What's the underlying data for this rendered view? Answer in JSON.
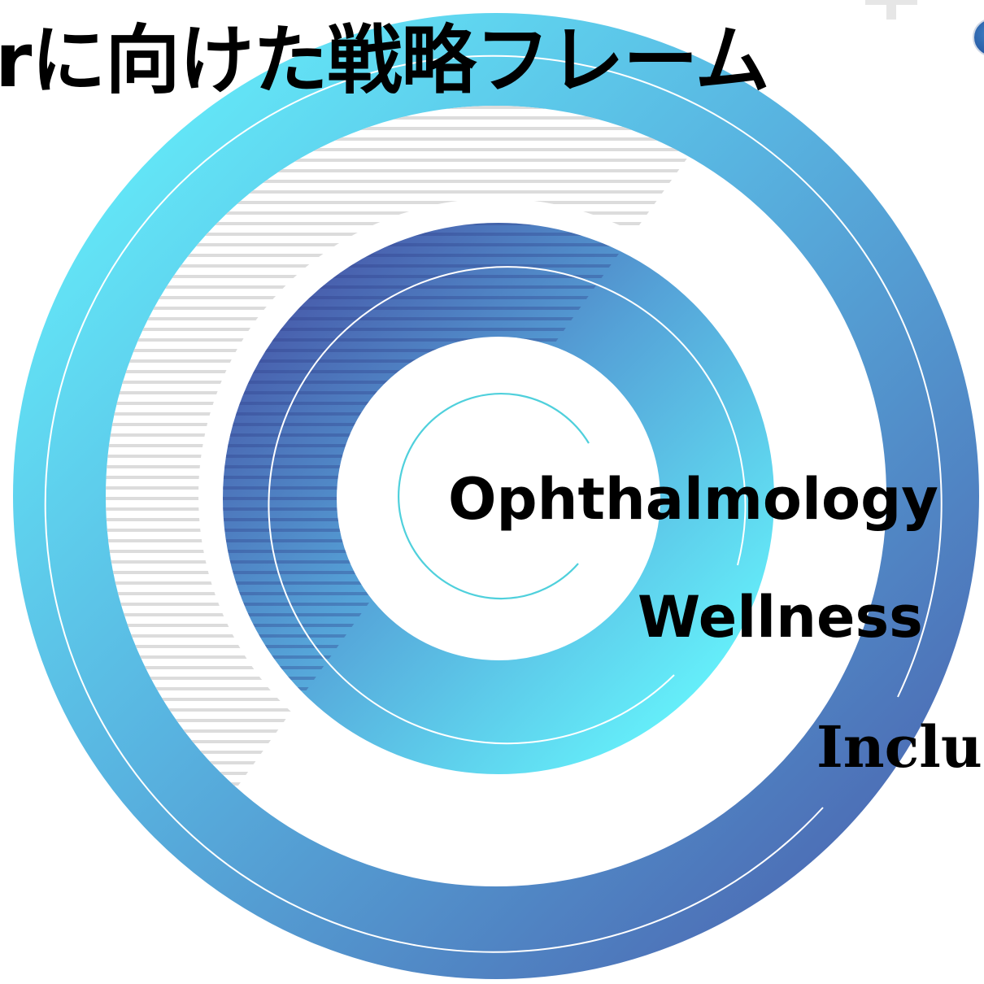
{
  "title": "rに向けた戦略フレーム",
  "rings": [
    {
      "label": "Ophthalmology"
    },
    {
      "label": "Wellness"
    },
    {
      "label": "Inclu"
    }
  ],
  "colors": {
    "gradient_light": "#64f0fc",
    "gradient_mid": "#56a6da",
    "gradient_dark": "#4a68b4",
    "inner_arc": "#4fd0dc",
    "hatch": "#d9d9d9",
    "text": "#000000"
  },
  "icons": {
    "top_right_mark": "plus-icon",
    "corner_badge": "circle-badge-icon"
  }
}
